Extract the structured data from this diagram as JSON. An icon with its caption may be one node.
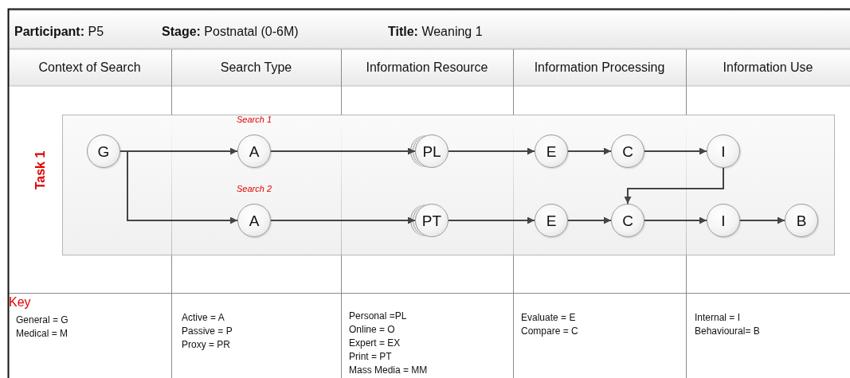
{
  "diagram": {
    "nodes": [
      {
        "text": [
          "Task 1"
        ]
      },
      {
        "text": [
          "G"
        ],
        "in": 0
      },
      {
        "text": [
          "A"
        ],
        "in": 0,
        "beside": [
          "Search 1"
        ]
      },
      {
        "text": [
          "PL"
        ],
        "in": 0
      },
      {
        "text": [
          "E"
        ],
        "in": 0
      },
      {
        "text": [
          "C"
        ],
        "in": 0
      },
      {
        "text": [
          "I"
        ],
        "in": 0
      },
      {
        "text": [
          "A"
        ],
        "in": 0,
        "beside": [
          "Search 2"
        ]
      },
      {
        "text": [
          "PT"
        ],
        "in": 0
      },
      {
        "text": [
          "E"
        ],
        "in": 0
      },
      {
        "text": [
          "C"
        ],
        "in": 0
      },
      {
        "text": [
          "I"
        ],
        "in": 0
      },
      {
        "text": [
          "B"
        ],
        "in": 0
      }
    ],
    "edges": [
      {
        "from": 1,
        "to": 2,
        "arrow": "to"
      },
      {
        "from": 1,
        "to": 7,
        "arrow": "to"
      },
      {
        "from": 2,
        "to": 3,
        "arrow": "to"
      },
      {
        "from": 3,
        "to": 4,
        "arrow": "to"
      },
      {
        "from": 4,
        "to": 5,
        "arrow": "to"
      },
      {
        "from": 5,
        "to": 6,
        "arrow": "to"
      },
      {
        "from": 6,
        "to": 10,
        "arrow": "to"
      },
      {
        "from": 7,
        "to": 8,
        "arrow": "to"
      },
      {
        "from": 8,
        "to": 9,
        "arrow": "to"
      },
      {
        "from": 9,
        "to": 10,
        "arrow": "to"
      },
      {
        "from": 10,
        "to": 11,
        "arrow": "to"
      },
      {
        "from": 11,
        "to": 12,
        "arrow": "to"
      }
    ],
    "labels": [
      "**Participant:** P5",
      "**Stage:** Postnatal (0-6M)",
      "**Title:** Weaning 1",
      "Context of Search",
      "Search Type",
      "Information Resource",
      "Information Processing",
      "Information Use",
      "Key",
      "General = G",
      "Medical = M",
      "Active = A",
      "Passive = P",
      "Proxy = PR",
      "Personal =PL",
      "Online = O",
      "Expert = EX",
      "Print = PT",
      "Mass Media = MM",
      "Evaluate = E",
      "Compare = C",
      "Internal = I",
      "Behavioural= B"
    ]
  }
}
